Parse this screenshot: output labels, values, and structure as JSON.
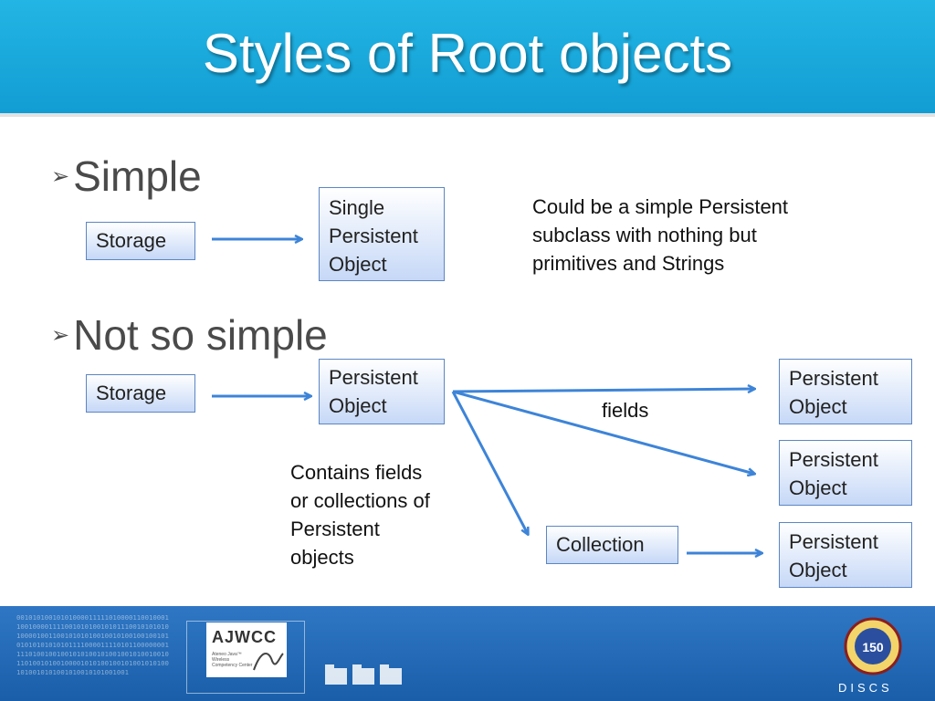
{
  "slide": {
    "title": "Styles of Root objects"
  },
  "bullets": {
    "simple": "Simple",
    "not_simple": "Not so simple",
    "marker": "➢"
  },
  "simple_diagram": {
    "storage": "Storage",
    "target_lines": [
      "Single",
      "Persistent",
      "Object"
    ],
    "note_lines": [
      "Could be a simple Persistent",
      "subclass with nothing but",
      "primitives and Strings"
    ]
  },
  "complex_diagram": {
    "storage": "Storage",
    "root_lines": [
      "Persistent",
      "Object"
    ],
    "fields_label": "fields",
    "note_lines": [
      "Contains fields",
      "or collections of",
      "Persistent",
      "objects"
    ],
    "collection": "Collection",
    "child1_lines": [
      "Persistent",
      "Object"
    ],
    "child2_lines": [
      "Persistent",
      "Object"
    ],
    "child3_lines": [
      "Persistent",
      "Object"
    ]
  },
  "footer": {
    "binary": "0010101001010100001111101000011001000110010000111100101010010101110010101010100001001100101010100100101001001001010101010101010111100001111010110000000111101001001001010100101001001010010010110100101001000010101001001010010101001010010101001010010101001001",
    "logo_text": "AJWCC",
    "logo_subtext": "Ateneo Java™ Wireless Competency Center",
    "org": "DISCS",
    "seal_year": "150"
  },
  "colors": {
    "title_bar": "#1ba9dd",
    "arrow": "#3d84d8",
    "box_border": "#5b86c4",
    "footer": "#2469b8"
  }
}
